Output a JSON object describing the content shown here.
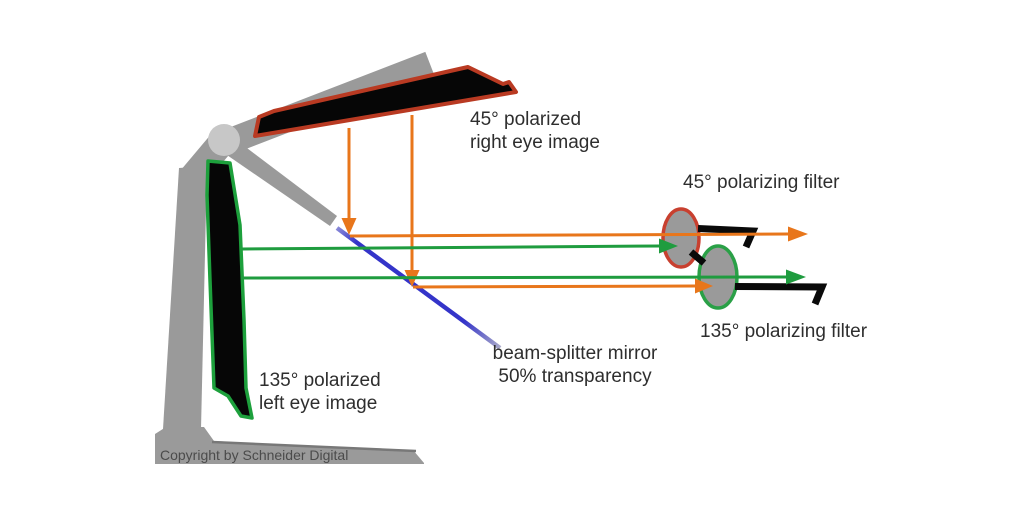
{
  "labels": {
    "right_eye_image": {
      "line1": "45° polarized",
      "line2": "right eye image"
    },
    "left_eye_image": {
      "line1": "135° polarized",
      "line2": "left eye image"
    },
    "filter_45": "45° polarizing filter",
    "filter_135": "135° polarizing filter",
    "beam_splitter": {
      "line1": "beam-splitter mirror",
      "line2": "50% transparency"
    },
    "copyright": "Copyright by Schneider Digital"
  },
  "colors": {
    "orange_ray": "#E8761B",
    "green_ray": "#1F9C3F",
    "blue_mirror": "#3434C9",
    "blue_mirror_fade": "#A9A9C9",
    "screen_red_rim": "#B93A22",
    "screen_green_rim": "#1DA03C",
    "lens_red_rim": "#C8402F",
    "lens_green_rim": "#2AA047",
    "stand_gray": "#9A9A9A",
    "stand_edge_dark": "#787878",
    "joint_gray": "#C7C7C7",
    "screen_black": "#060606",
    "lens_gray": "#9A9A9A",
    "glasses_black": "#0A0A0A",
    "label_text": "#2E2E2E",
    "copyright_text": "#4B4B4B",
    "background": "#FFFFFF"
  }
}
